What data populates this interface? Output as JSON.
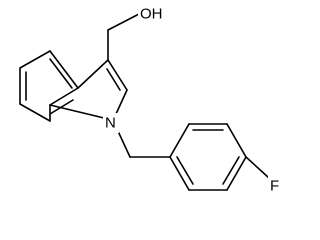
{
  "structure": {
    "atoms": {
      "oh": "OH",
      "n": "N",
      "f": "F"
    }
  }
}
